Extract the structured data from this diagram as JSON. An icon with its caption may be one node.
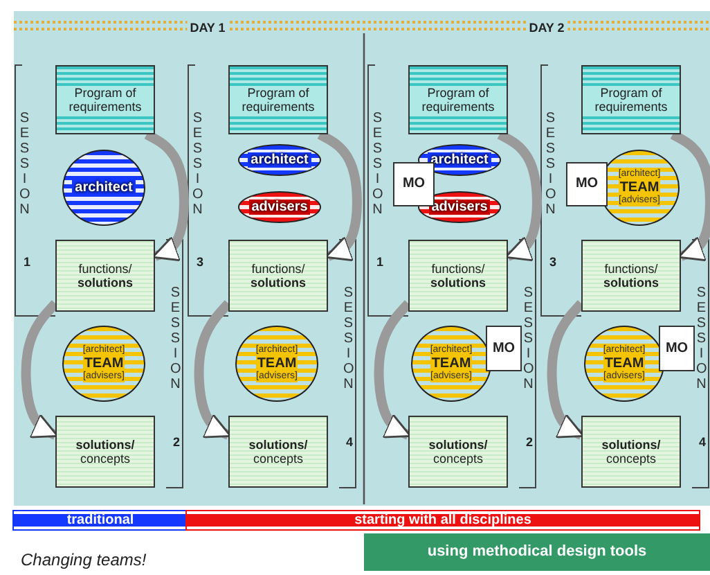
{
  "diagram": {
    "caption": "Changing teams!",
    "nodes": [
      {
        "text": [
          "Program of requirements"
        ]
      },
      {
        "text": [
          "architect"
        ]
      },
      {
        "text": [
          "functions/ **solutions**"
        ]
      },
      {
        "text": [
          "[architect]",
          "TEAM",
          "[advisers]"
        ]
      },
      {
        "text": [
          "**solutions/** concepts"
        ]
      },
      {
        "text": [
          "Program of requirements"
        ]
      },
      {
        "text": [
          "architect"
        ]
      },
      {
        "text": [
          "advisers"
        ]
      },
      {
        "text": [
          "functions/ **solutions**"
        ]
      },
      {
        "text": [
          "[architect]",
          "TEAM",
          "[advisers]"
        ]
      },
      {
        "text": [
          "**solutions/** concepts"
        ]
      },
      {
        "text": [
          "Program of requirements"
        ]
      },
      {
        "text": [
          "architect"
        ]
      },
      {
        "text": [
          "advisers"
        ]
      },
      {
        "text": [
          "MO"
        ]
      },
      {
        "text": [
          "functions/ **solutions**"
        ]
      },
      {
        "text": [
          "[architect]",
          "TEAM",
          "[advisers]"
        ]
      },
      {
        "text": [
          "MO"
        ]
      },
      {
        "text": [
          "**solutions/** concepts"
        ]
      },
      {
        "text": [
          "Program of requirements"
        ]
      },
      {
        "text": [
          "MO"
        ]
      },
      {
        "text": [
          "[architect]",
          "TEAM",
          "[advisers]"
        ]
      },
      {
        "text": [
          "functions/ **solutions**"
        ]
      },
      {
        "text": [
          "[architect]",
          "TEAM",
          "[advisers]"
        ]
      },
      {
        "text": [
          "MO"
        ]
      },
      {
        "text": [
          "**solutions/** concepts"
        ]
      },
      {
        "text": [
          "traditional"
        ]
      },
      {
        "text": [
          "starting with all disciplines"
        ]
      },
      {
        "text": [
          "using methodical design tools"
        ]
      }
    ],
    "edges": [
      {
        "from": 0,
        "to": 2,
        "arrow": "to"
      },
      {
        "from": 2,
        "to": 4,
        "arrow": "to"
      },
      {
        "from": 5,
        "to": 8,
        "arrow": "to"
      },
      {
        "from": 8,
        "to": 10,
        "arrow": "to"
      },
      {
        "from": 11,
        "to": 15,
        "arrow": "to"
      },
      {
        "from": 15,
        "to": 18,
        "arrow": "to"
      },
      {
        "from": 19,
        "to": 22,
        "arrow": "to"
      },
      {
        "from": 22,
        "to": 25,
        "arrow": "to"
      }
    ],
    "labels": [
      "DAY 1",
      "DAY 2",
      "SESSION",
      "1",
      "SESSION",
      "3",
      "SESSION",
      "1",
      "SESSION",
      "3",
      "SESSION",
      "2",
      "SESSION",
      "4",
      "SESSION",
      "2",
      "SESSION",
      "4"
    ]
  }
}
